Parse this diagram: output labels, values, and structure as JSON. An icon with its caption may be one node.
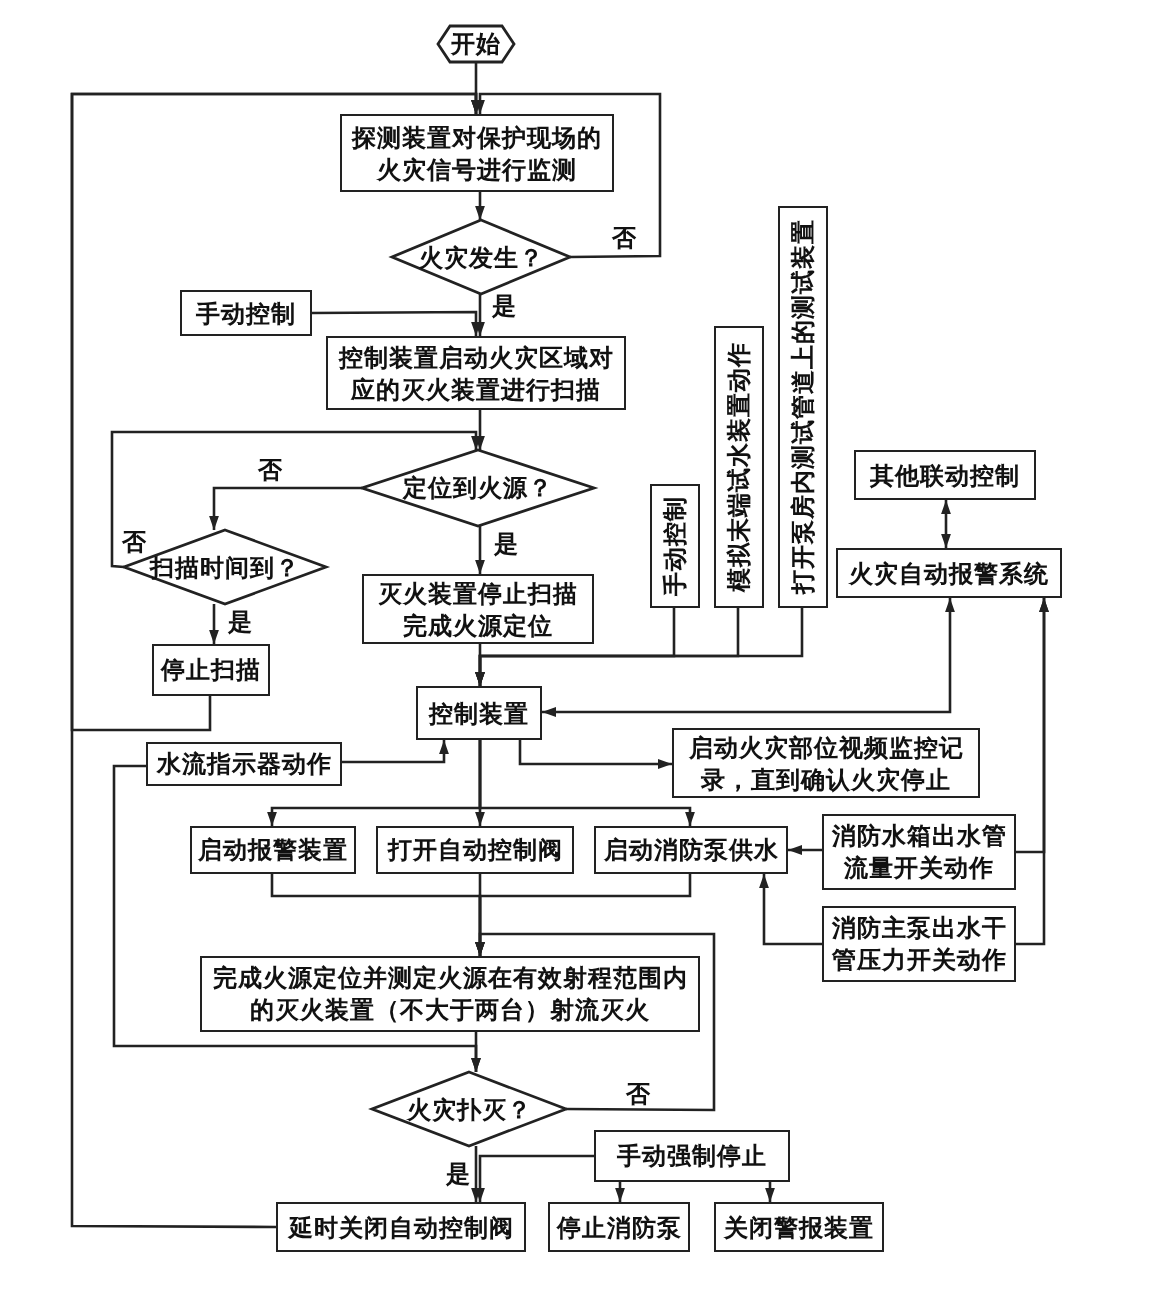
{
  "diagram": {
    "nodes": [
      {
        "text": [
          "开始"
        ]
      },
      {
        "text": [
          "探测装置对保护现场的火灾信号进行监测"
        ]
      },
      {
        "text": [
          "火灾发生？"
        ]
      },
      {
        "text": [
          "手动控制"
        ]
      },
      {
        "text": [
          "控制装置启动火灾区域对应的灭火装置进行扫描"
        ]
      },
      {
        "text": [
          "打开泵房内测试管道上的测试装置"
        ]
      },
      {
        "text": [
          "模拟末端试水装置动作"
        ]
      },
      {
        "text": [
          "定位到火源？"
        ]
      },
      {
        "text": [
          "其他联动控制"
        ]
      },
      {
        "text": [
          "手动控制"
        ]
      },
      {
        "text": [
          "扫描时间到？"
        ]
      },
      {
        "text": [
          "火灾自动报警系统"
        ]
      },
      {
        "text": [
          "灭火装置停止扫描完成火源定位"
        ]
      },
      {
        "text": [
          "停止扫描"
        ]
      },
      {
        "text": [
          "控制装置"
        ]
      },
      {
        "text": [
          "启动火灾部位视频监控记录，直到确认火灾停止"
        ]
      },
      {
        "text": [
          "水流指示器动作"
        ]
      },
      {
        "text": [
          "消防水箱出水管流量开关动作"
        ]
      },
      {
        "text": [
          "启动报警装置"
        ]
      },
      {
        "text": [
          "打开自动控制阀"
        ]
      },
      {
        "text": [
          "启动消防泵供水"
        ]
      },
      {
        "text": [
          "消防主泵出水干管压力开关动作"
        ]
      },
      {
        "text": [
          "完成火源定位并测定火源在有效射程范围内的灭火装置（不大于两台）射流灭火"
        ]
      },
      {
        "text": [
          "火灾扑灭？"
        ]
      },
      {
        "text": [
          "手动强制停止"
        ]
      },
      {
        "text": [
          "延时关闭自动控制阀"
        ]
      },
      {
        "text": [
          "停止消防泵"
        ]
      },
      {
        "text": [
          "关闭警报装置"
        ]
      }
    ],
    "edges": [
      {
        "from": 0,
        "to": 1,
        "arrow": "to"
      },
      {
        "from": 2,
        "to": 1,
        "arrow": "to",
        "label": "否"
      },
      {
        "from": 13,
        "to": 1,
        "arrow": "to"
      },
      {
        "from": 25,
        "to": 1,
        "arrow": "to"
      },
      {
        "from": 1,
        "to": 2,
        "arrow": "to"
      },
      {
        "from": 2,
        "to": 4,
        "arrow": "to",
        "label": "是"
      },
      {
        "from": 3,
        "to": 4,
        "arrow": "to"
      },
      {
        "from": 4,
        "to": 7,
        "arrow": "to"
      },
      {
        "from": 7,
        "to": 10,
        "arrow": "to",
        "label": "否"
      },
      {
        "from": 10,
        "to": 7,
        "arrow": "to",
        "label": "否"
      },
      {
        "from": 10,
        "to": 13,
        "arrow": "to",
        "label": "是"
      },
      {
        "from": 7,
        "to": 12,
        "arrow": "to",
        "label": "是"
      },
      {
        "from": 12,
        "to": 14,
        "arrow": "to"
      },
      {
        "from": 9,
        "to": 14,
        "arrow": "to"
      },
      {
        "from": 6,
        "to": 14,
        "arrow": "to"
      },
      {
        "from": 5,
        "to": 14,
        "arrow": "to"
      },
      {
        "from": 11,
        "to": 14,
        "arrow": "both"
      },
      {
        "from": 8,
        "to": 11,
        "arrow": "both"
      },
      {
        "from": 16,
        "to": 14,
        "arrow": "to"
      },
      {
        "from": 14,
        "to": 15,
        "arrow": "to"
      },
      {
        "from": 14,
        "to": 18,
        "arrow": "to"
      },
      {
        "from": 14,
        "to": 19,
        "arrow": "to"
      },
      {
        "from": 14,
        "to": 20,
        "arrow": "to"
      },
      {
        "from": 17,
        "to": 11,
        "arrow": "to"
      },
      {
        "from": 21,
        "to": 11,
        "arrow": "to"
      },
      {
        "from": 17,
        "to": 20,
        "arrow": "to"
      },
      {
        "from": 21,
        "to": 20,
        "arrow": "to"
      },
      {
        "from": 18,
        "to": 22,
        "arrow": "to"
      },
      {
        "from": 19,
        "to": 22,
        "arrow": "to"
      },
      {
        "from": 20,
        "to": 22,
        "arrow": "to"
      },
      {
        "from": 16,
        "to": 23,
        "arrow": "to"
      },
      {
        "from": 22,
        "to": 23,
        "arrow": "to"
      },
      {
        "from": 23,
        "to": 22,
        "arrow": "to",
        "label": "否"
      },
      {
        "from": 23,
        "to": 25,
        "arrow": "to",
        "label": "是"
      },
      {
        "from": 24,
        "to": 25,
        "arrow": "to"
      },
      {
        "from": 24,
        "to": 26,
        "arrow": "to"
      },
      {
        "from": 24,
        "to": 27,
        "arrow": "to"
      }
    ]
  }
}
